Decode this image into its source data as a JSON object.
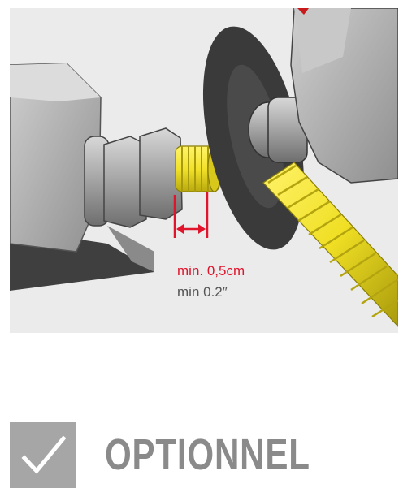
{
  "illustration": {
    "dimension": {
      "metric": "min. 0,5cm",
      "imperial": "min 0.2″"
    },
    "colors": {
      "dimension_line": "#e0142b",
      "hose": "#f2e52a",
      "metal": "#9a9a9a"
    }
  },
  "footer": {
    "icon": "checkmark-icon",
    "label": "OPTIONNEL",
    "colors": {
      "icon_background": "#a6a6a6",
      "label": "#8a8a8a"
    }
  }
}
